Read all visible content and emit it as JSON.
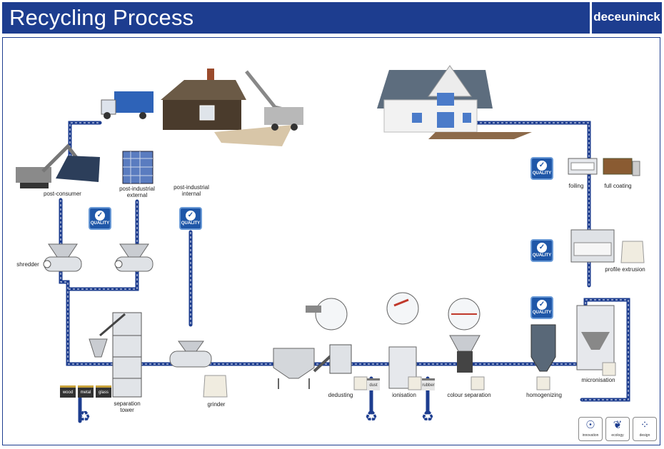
{
  "header": {
    "title": "Recycling Process",
    "brand": "deceuninck"
  },
  "colors": {
    "header_blue": "#1d3d8f",
    "flow_blue": "#1d3d8f",
    "quality_blue": "#1f57a8"
  },
  "quality": {
    "label": "QUALITY"
  },
  "labels": {
    "post_consumer": "post-consumer",
    "post_industrial_external": "post-industrial\nexternal",
    "post_industrial_internal": "post-industrial\ninternal",
    "shredder": "shredder",
    "separation_tower": "separation\ntower",
    "grinder": "grinder",
    "dedusting": "dedusting",
    "ionisation": "ionisation",
    "colour_separation": "colour separation",
    "homogenizing": "homogenizing",
    "micronisation": "micronisation",
    "profile_extrusion": "profile extrusion",
    "foiling": "foiling",
    "full_coating": "full coating"
  },
  "bins": {
    "wood": "wood",
    "metal": "metal",
    "glass": "glass",
    "dust": "dust",
    "rubber": "rubber"
  },
  "footer_icons": [
    {
      "icon": "innovation-icon",
      "label": "innovation"
    },
    {
      "icon": "ecology-icon",
      "label": "ecology"
    },
    {
      "icon": "design-icon",
      "label": "design"
    }
  ]
}
